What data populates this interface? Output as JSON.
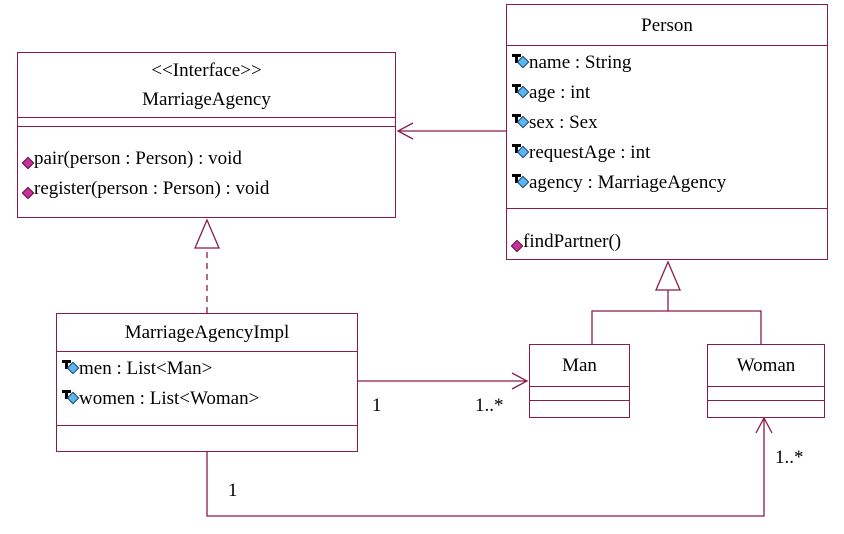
{
  "colors": {
    "line": "#8b1a4a",
    "attr_icon_fill": "#58b8e8",
    "method_icon_fill": "#c8309c"
  },
  "classes": {
    "person": {
      "name": "Person",
      "attributes": [
        "name : String",
        "age : int",
        "sex : Sex",
        "requestAge : int",
        "agency : MarriageAgency"
      ],
      "methods": [
        "findPartner()"
      ]
    },
    "agency": {
      "stereotype": "<<Interface>>",
      "name": "MarriageAgency",
      "methods": [
        "pair(person : Person) : void",
        "register(person : Person) : void"
      ]
    },
    "impl": {
      "name": "MarriageAgencyImpl",
      "attributes": [
        "men : List<Man>",
        "women : List<Woman>"
      ]
    },
    "man": {
      "name": "Man"
    },
    "woman": {
      "name": "Woman"
    }
  },
  "multiplicities": {
    "impl_to_man_source": "1",
    "impl_to_man_target": "1..*",
    "impl_to_woman_source": "1",
    "impl_to_woman_target": "1..*"
  },
  "icons": {
    "attribute": "private-attribute-icon",
    "method": "public-method-icon"
  }
}
